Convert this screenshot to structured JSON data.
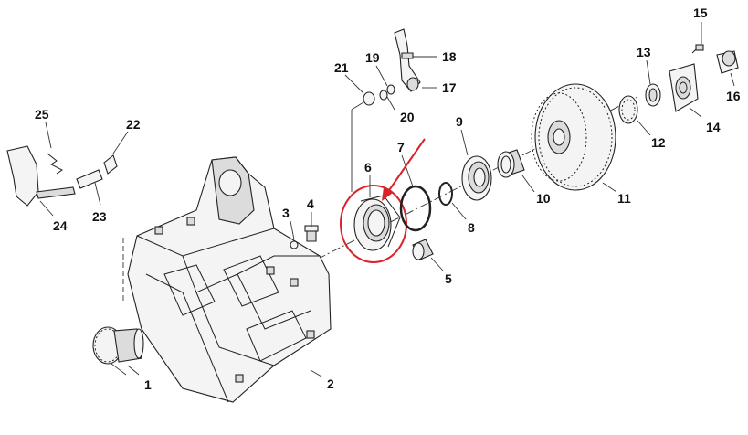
{
  "diagram": {
    "part_numbers": [
      "1",
      "2",
      "3",
      "4",
      "5",
      "6",
      "7",
      "8",
      "9",
      "10",
      "11",
      "12",
      "13",
      "14",
      "15",
      "16",
      "17",
      "18",
      "19",
      "20",
      "21",
      "22",
      "23",
      "24",
      "25"
    ],
    "highlight": {
      "color": "#d9232a",
      "target_part": "6"
    }
  }
}
